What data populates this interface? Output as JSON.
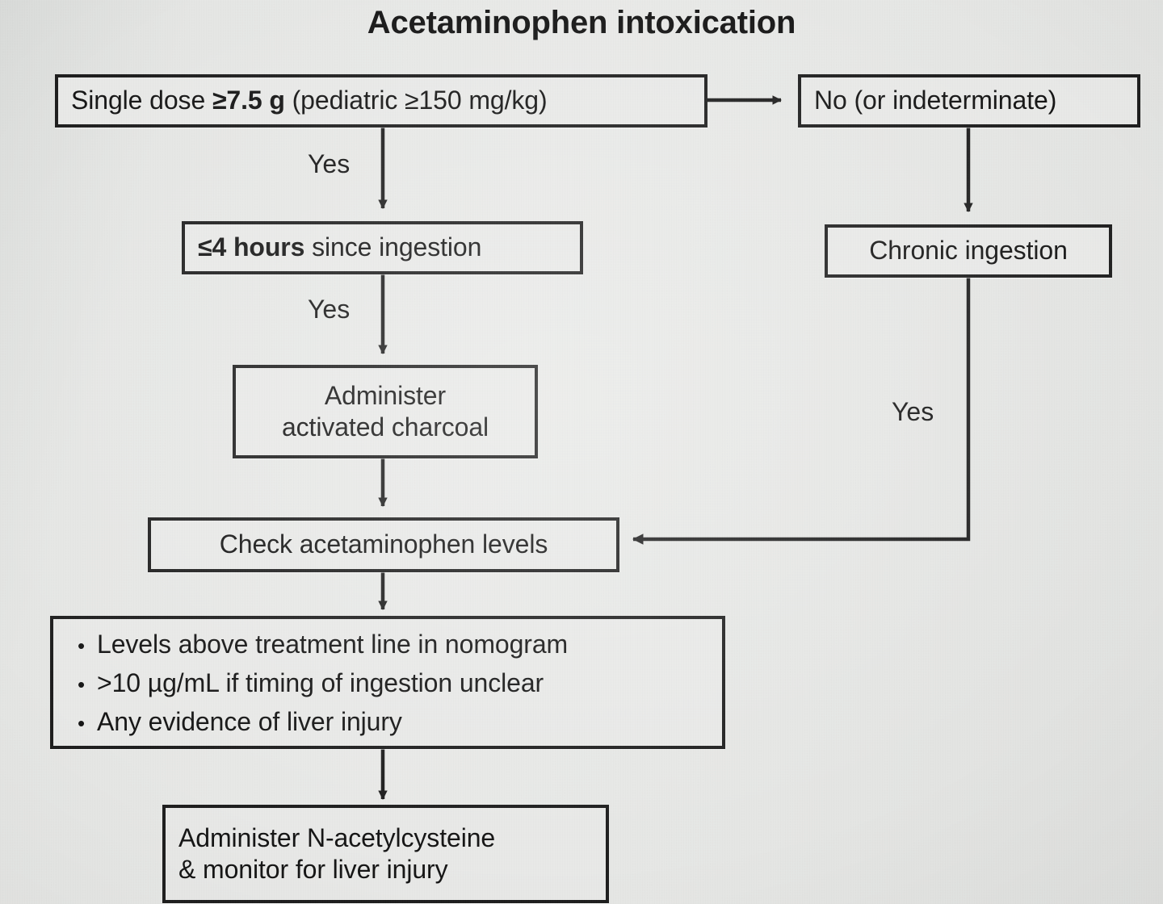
{
  "title": "Acetaminophen intoxication",
  "colors": {
    "background": "#e4e5e3",
    "box_fill": "#e9eae8",
    "line": "#1d1d1d",
    "text": "#141414"
  },
  "nodes": {
    "single_dose": {
      "text_plain": "Single dose ≥7.5 g (pediatric ≥150 mg/kg)",
      "segment_regular_1": "Single dose ",
      "segment_bold": "≥7.5 g",
      "segment_regular_2": " (pediatric ≥150 mg/kg)"
    },
    "no_indeterminate": {
      "text": "No (or indeterminate)"
    },
    "four_hours": {
      "text_plain": "≤4 hours since ingestion",
      "segment_bold": "≤4 hours",
      "segment_regular": " since ingestion"
    },
    "chronic_ingestion": {
      "text": "Chronic ingestion"
    },
    "charcoal": {
      "line1": "Administer",
      "line2": "activated charcoal"
    },
    "check_levels": {
      "text": "Check acetaminophen levels"
    },
    "criteria": {
      "bullets": [
        "Levels above treatment line in nomogram",
        ">10 µg/mL if timing of ingestion unclear",
        "Any evidence of liver injury"
      ]
    },
    "nac": {
      "line1": "Administer N-acetylcysteine",
      "line2": "& monitor for liver injury"
    }
  },
  "edge_labels": {
    "yes_dose_to_hours": "Yes",
    "yes_hours_to_charcoal": "Yes",
    "yes_chronic_to_levels": "Yes"
  },
  "chart_data": {
    "type": "diagram",
    "subtype": "clinical-decision-flowchart",
    "title": "Acetaminophen intoxication",
    "nodes": [
      {
        "id": "single_dose",
        "label": "Single dose ≥7.5 g (pediatric ≥150 mg/kg)",
        "shape": "rect",
        "column": "left",
        "row": 1
      },
      {
        "id": "no_indeterminate",
        "label": "No (or indeterminate)",
        "shape": "rect",
        "column": "right",
        "row": 1
      },
      {
        "id": "four_hours",
        "label": "≤4 hours since ingestion",
        "shape": "rect",
        "column": "left",
        "row": 2
      },
      {
        "id": "chronic_ingestion",
        "label": "Chronic ingestion",
        "shape": "rect",
        "column": "right",
        "row": 2
      },
      {
        "id": "charcoal",
        "label": "Administer activated charcoal",
        "shape": "rect",
        "column": "left",
        "row": 3
      },
      {
        "id": "check_levels",
        "label": "Check acetaminophen levels",
        "shape": "rect",
        "column": "left",
        "row": 4
      },
      {
        "id": "criteria",
        "label": "• Levels above treatment line in nomogram • >10 µg/mL if timing of ingestion unclear • Any evidence of liver injury",
        "shape": "rect",
        "column": "left",
        "row": 5
      },
      {
        "id": "nac",
        "label": "Administer N-acetylcysteine & monitor for liver injury",
        "shape": "rect",
        "column": "left",
        "row": 6
      }
    ],
    "edges": [
      {
        "from": "single_dose",
        "to": "no_indeterminate",
        "label": "",
        "direction": "right"
      },
      {
        "from": "single_dose",
        "to": "four_hours",
        "label": "Yes",
        "direction": "down"
      },
      {
        "from": "no_indeterminate",
        "to": "chronic_ingestion",
        "label": "",
        "direction": "down"
      },
      {
        "from": "four_hours",
        "to": "charcoal",
        "label": "Yes",
        "direction": "down"
      },
      {
        "from": "chronic_ingestion",
        "to": "check_levels",
        "label": "Yes",
        "direction": "down-left"
      },
      {
        "from": "charcoal",
        "to": "check_levels",
        "label": "",
        "direction": "down"
      },
      {
        "from": "check_levels",
        "to": "criteria",
        "label": "",
        "direction": "down"
      },
      {
        "from": "criteria",
        "to": "nac",
        "label": "",
        "direction": "down"
      }
    ]
  }
}
